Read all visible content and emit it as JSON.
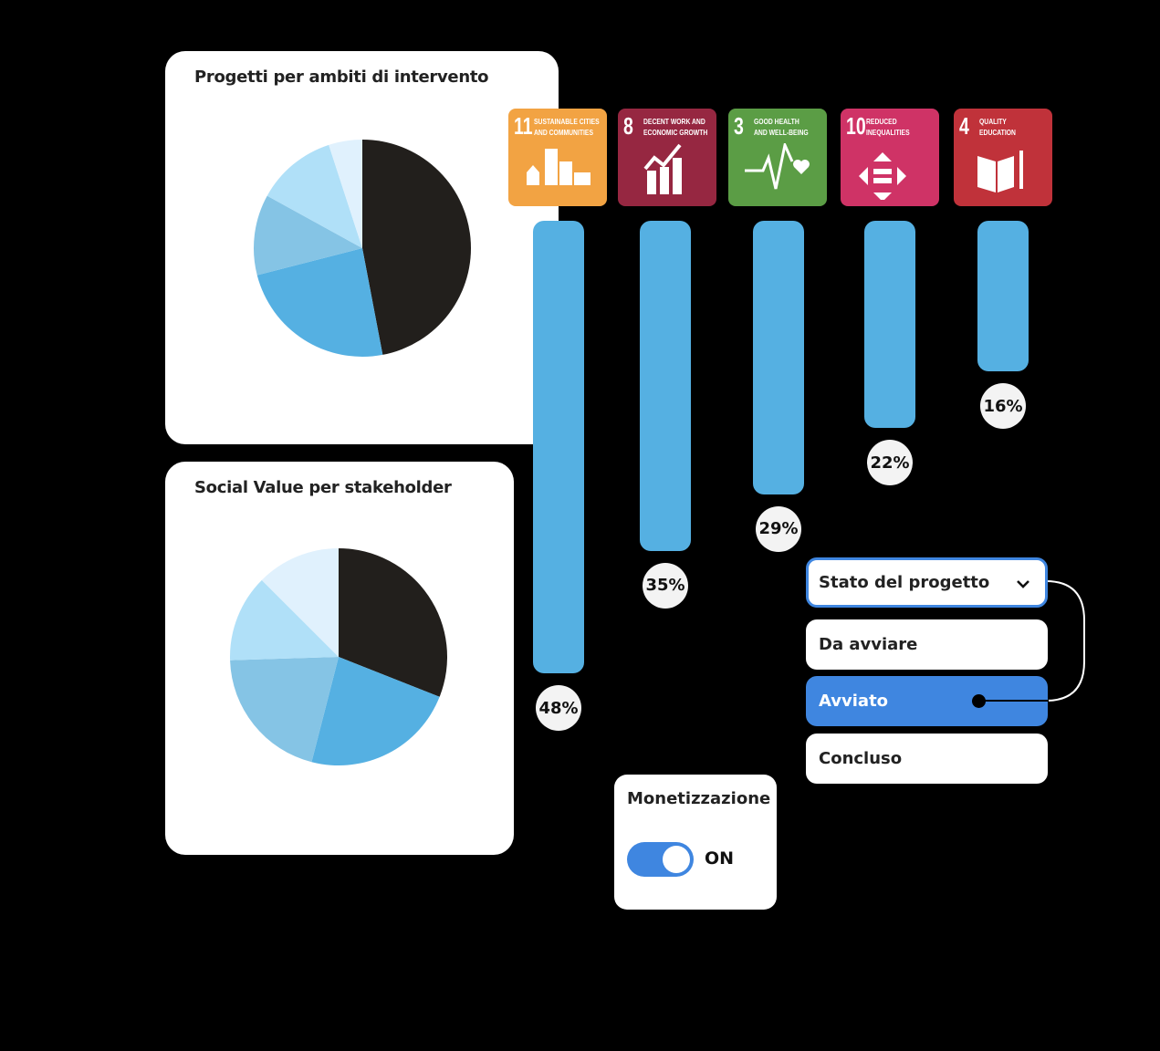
{
  "pie_cards": [
    {
      "title": "Progetti per ambiti di intervento",
      "slices": [
        47,
        24,
        12,
        12,
        5
      ]
    },
    {
      "title": "Social Value per stakeholder",
      "slices": [
        31,
        23,
        20.5,
        13,
        12.5
      ]
    }
  ],
  "pie_colors": [
    "#221f1c",
    "#55b0e2",
    "#85c4e5",
    "#b0e0f8",
    "#e0f1fd"
  ],
  "sdgs": [
    {
      "num": "11",
      "line1": "SUSTAINABLE CITIES",
      "line2": "AND COMMUNITIES",
      "color": "#f2a343",
      "icon": "city-icon",
      "percent": "48%",
      "value": 48
    },
    {
      "num": "8",
      "line1": "DECENT WORK AND",
      "line2": "ECONOMIC GROWTH",
      "color": "#962741",
      "icon": "growth-chart-icon",
      "percent": "35%",
      "value": 35
    },
    {
      "num": "3",
      "line1": "GOOD HEALTH",
      "line2": "AND WELL-BEING",
      "color": "#5b9d45",
      "icon": "heartbeat-icon",
      "percent": "29%",
      "value": 29
    },
    {
      "num": "10",
      "line1": "REDUCED",
      "line2": "INEQUALITIES",
      "color": "#cf3366",
      "icon": "equality-arrows-icon",
      "percent": "22%",
      "value": 22
    },
    {
      "num": "4",
      "line1": "QUALITY",
      "line2": "EDUCATION",
      "color": "#c0323a",
      "icon": "book-icon",
      "percent": "16%",
      "value": 16
    }
  ],
  "dropdown": {
    "label": "Stato del progetto",
    "options": [
      "Da avviare",
      "Avviato",
      "Concluso"
    ],
    "selected": "Avviato",
    "accent": "#3f86e0"
  },
  "monetizzazione": {
    "title": "Monetizzazione",
    "toggle_label": "ON",
    "on": true
  }
}
